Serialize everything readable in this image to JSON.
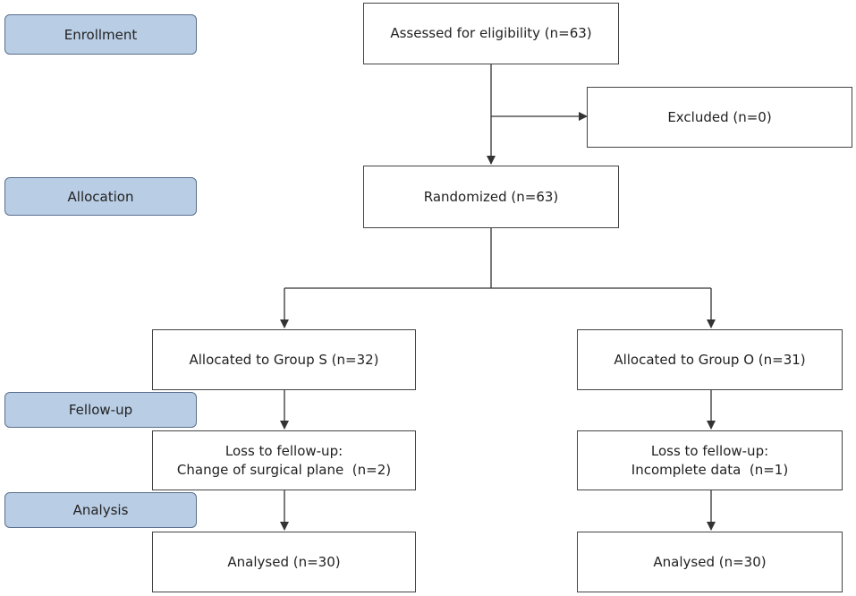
{
  "stages": {
    "enrollment": "Enrollment",
    "allocation": "Allocation",
    "follow_up": "Fellow-up",
    "analysis": "Analysis"
  },
  "boxes": {
    "assessed": "Assessed for eligibility (n=63)",
    "excluded": "Excluded (n=0)",
    "randomized": "Randomized (n=63)",
    "group_s": "Allocated to Group S (n=32)",
    "group_o": "Allocated to Group O (n=31)",
    "loss_s_title": "Loss to fellow-up:",
    "loss_s_detail": "Change of surgical plane  (n=2)",
    "loss_o_title": "Loss to fellow-up:",
    "loss_o_detail": "Incomplete data  (n=1)",
    "analysed_s": "Analysed (n=30)",
    "analysed_o": "Analysed (n=30)"
  },
  "colors": {
    "stage_fill": "#b9cde5",
    "stage_border": "#5a6f8c",
    "line": "#333333"
  }
}
